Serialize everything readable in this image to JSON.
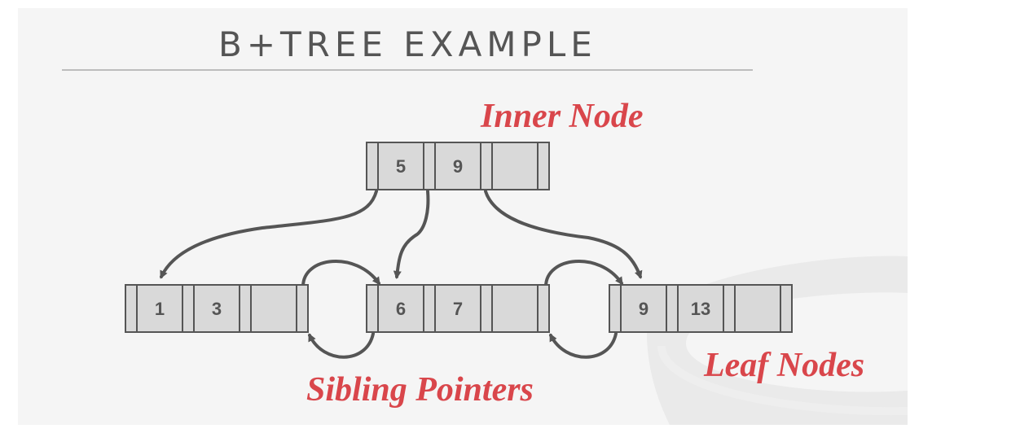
{
  "slide": {
    "title": "B+TREE EXAMPLE",
    "labels": {
      "inner": "Inner Node",
      "sibling": "Sibling Pointers",
      "leaf": "Leaf Nodes"
    }
  },
  "colors": {
    "accent": "#d9464b",
    "node_fill": "#d9d9d9",
    "node_stroke": "#555555",
    "arrow": "#555555",
    "background": "#f5f5f5"
  },
  "nodes": {
    "inner": {
      "keys": [
        "5",
        "9",
        ""
      ]
    },
    "leaf1": {
      "keys": [
        "1",
        "3",
        ""
      ]
    },
    "leaf2": {
      "keys": [
        "6",
        "7",
        ""
      ]
    },
    "leaf3": {
      "keys": [
        "9",
        "13",
        ""
      ]
    }
  }
}
